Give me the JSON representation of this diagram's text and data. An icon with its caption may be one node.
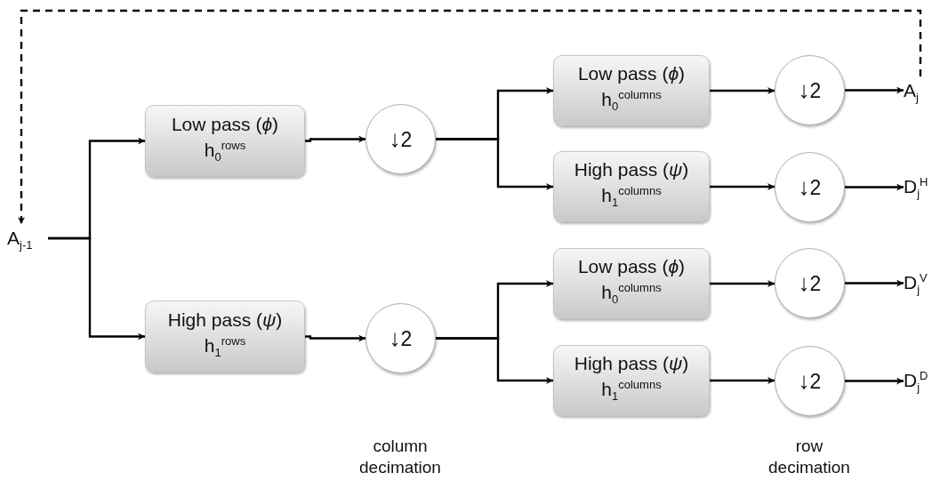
{
  "diagram": {
    "nodes": [
      {
        "text": [
          "A$_{j-1}$"
        ]
      },
      {
        "text": [
          "Low pass (*ϕ*)",
          "h$_{0}$$^{rows}$"
        ]
      },
      {
        "text": [
          "High pass (*ψ*)",
          "h$_{1}$$^{rows}$"
        ]
      },
      {
        "text": [
          "**↓**2"
        ]
      },
      {
        "text": [
          "**↓**2"
        ]
      },
      {
        "text": [
          "Low pass (*ϕ*)",
          "h$_{0}$$^{columns}$"
        ]
      },
      {
        "text": [
          "High pass (*ψ*)",
          "h$_{1}$$^{columns}$"
        ]
      },
      {
        "text": [
          "Low pass (*ϕ*)",
          "h$_{0}$$^{columns}$"
        ]
      },
      {
        "text": [
          "High pass (*ψ*)",
          "h$_{1}$$^{columns}$"
        ]
      },
      {
        "text": [
          "**↓**2"
        ]
      },
      {
        "text": [
          "**↓**2"
        ]
      },
      {
        "text": [
          "**↓**2"
        ]
      },
      {
        "text": [
          "**↓**2"
        ]
      },
      {
        "text": [
          "A$_{j}$"
        ]
      },
      {
        "text": [
          "D$_{j}$$^{H}$"
        ]
      },
      {
        "text": [
          "D$_{j}$$^{V}$"
        ]
      },
      {
        "text": [
          "D$_{j}$$^{D}$"
        ]
      }
    ],
    "edges": [
      {
        "from": 0,
        "to": 1,
        "arrow": "to"
      },
      {
        "from": 0,
        "to": 2,
        "arrow": "to"
      },
      {
        "from": 1,
        "to": 3,
        "arrow": "to"
      },
      {
        "from": 2,
        "to": 4,
        "arrow": "to"
      },
      {
        "from": 3,
        "to": 5,
        "arrow": "to"
      },
      {
        "from": 3,
        "to": 6,
        "arrow": "to"
      },
      {
        "from": 4,
        "to": 7,
        "arrow": "to"
      },
      {
        "from": 4,
        "to": 8,
        "arrow": "to"
      },
      {
        "from": 5,
        "to": 9,
        "arrow": "to"
      },
      {
        "from": 6,
        "to": 10,
        "arrow": "to"
      },
      {
        "from": 7,
        "to": 11,
        "arrow": "to"
      },
      {
        "from": 8,
        "to": 12,
        "arrow": "to"
      },
      {
        "from": 9,
        "to": 13,
        "arrow": "to"
      },
      {
        "from": 10,
        "to": 14,
        "arrow": "to"
      },
      {
        "from": 11,
        "to": 15,
        "arrow": "to"
      },
      {
        "from": 12,
        "to": 16,
        "arrow": "to"
      },
      {
        "from": 13,
        "to": 0,
        "arrow": "to",
        "style": "dashed"
      }
    ],
    "labels": [
      "column decimation",
      "row decimation"
    ]
  }
}
